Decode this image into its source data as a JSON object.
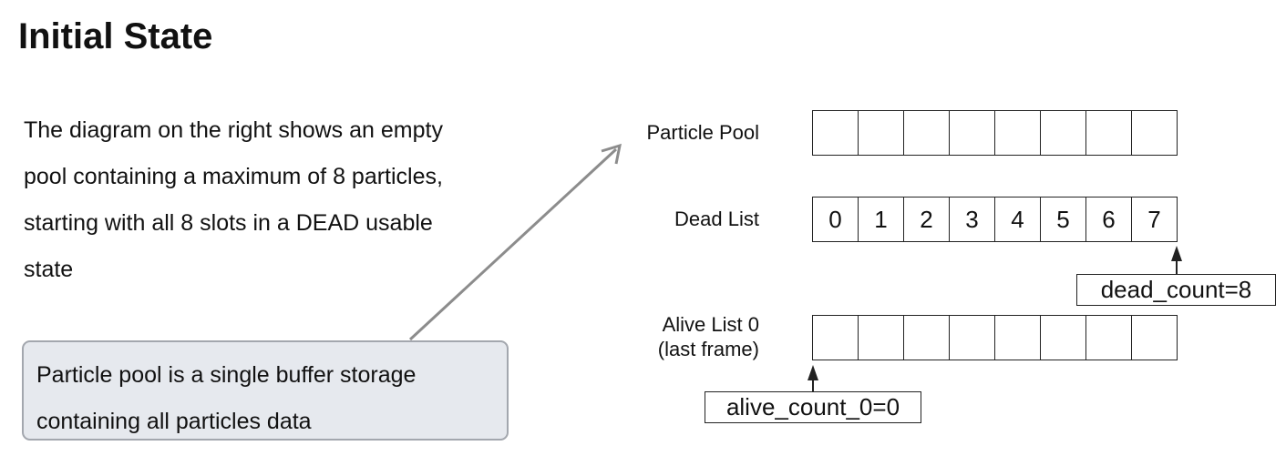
{
  "title": "Initial State",
  "description_lines": [
    "The diagram on the right shows an empty",
    "pool containing a maximum of 8 particles,",
    "starting with all 8 slots in a DEAD usable",
    "state"
  ],
  "callout_lines": [
    "Particle pool is a single buffer storage",
    "containing all particles data"
  ],
  "particle_pool": {
    "label": "Particle Pool",
    "cells": [
      "",
      "",
      "",
      "",
      "",
      "",
      "",
      ""
    ]
  },
  "dead_list": {
    "label": "Dead List",
    "cells": [
      "0",
      "1",
      "2",
      "3",
      "4",
      "5",
      "6",
      "7"
    ],
    "counter": "dead_count=8"
  },
  "alive_list": {
    "label_lines": [
      "Alive List 0",
      "(last frame)"
    ],
    "cells": [
      "",
      "",
      "",
      "",
      "",
      "",
      "",
      ""
    ],
    "counter": "alive_count_0=0"
  },
  "colors": {
    "callout_fill": "#e6e9ee",
    "callout_border": "#a3a7ae",
    "connector": "#8c8c8c",
    "line": "#222222"
  }
}
